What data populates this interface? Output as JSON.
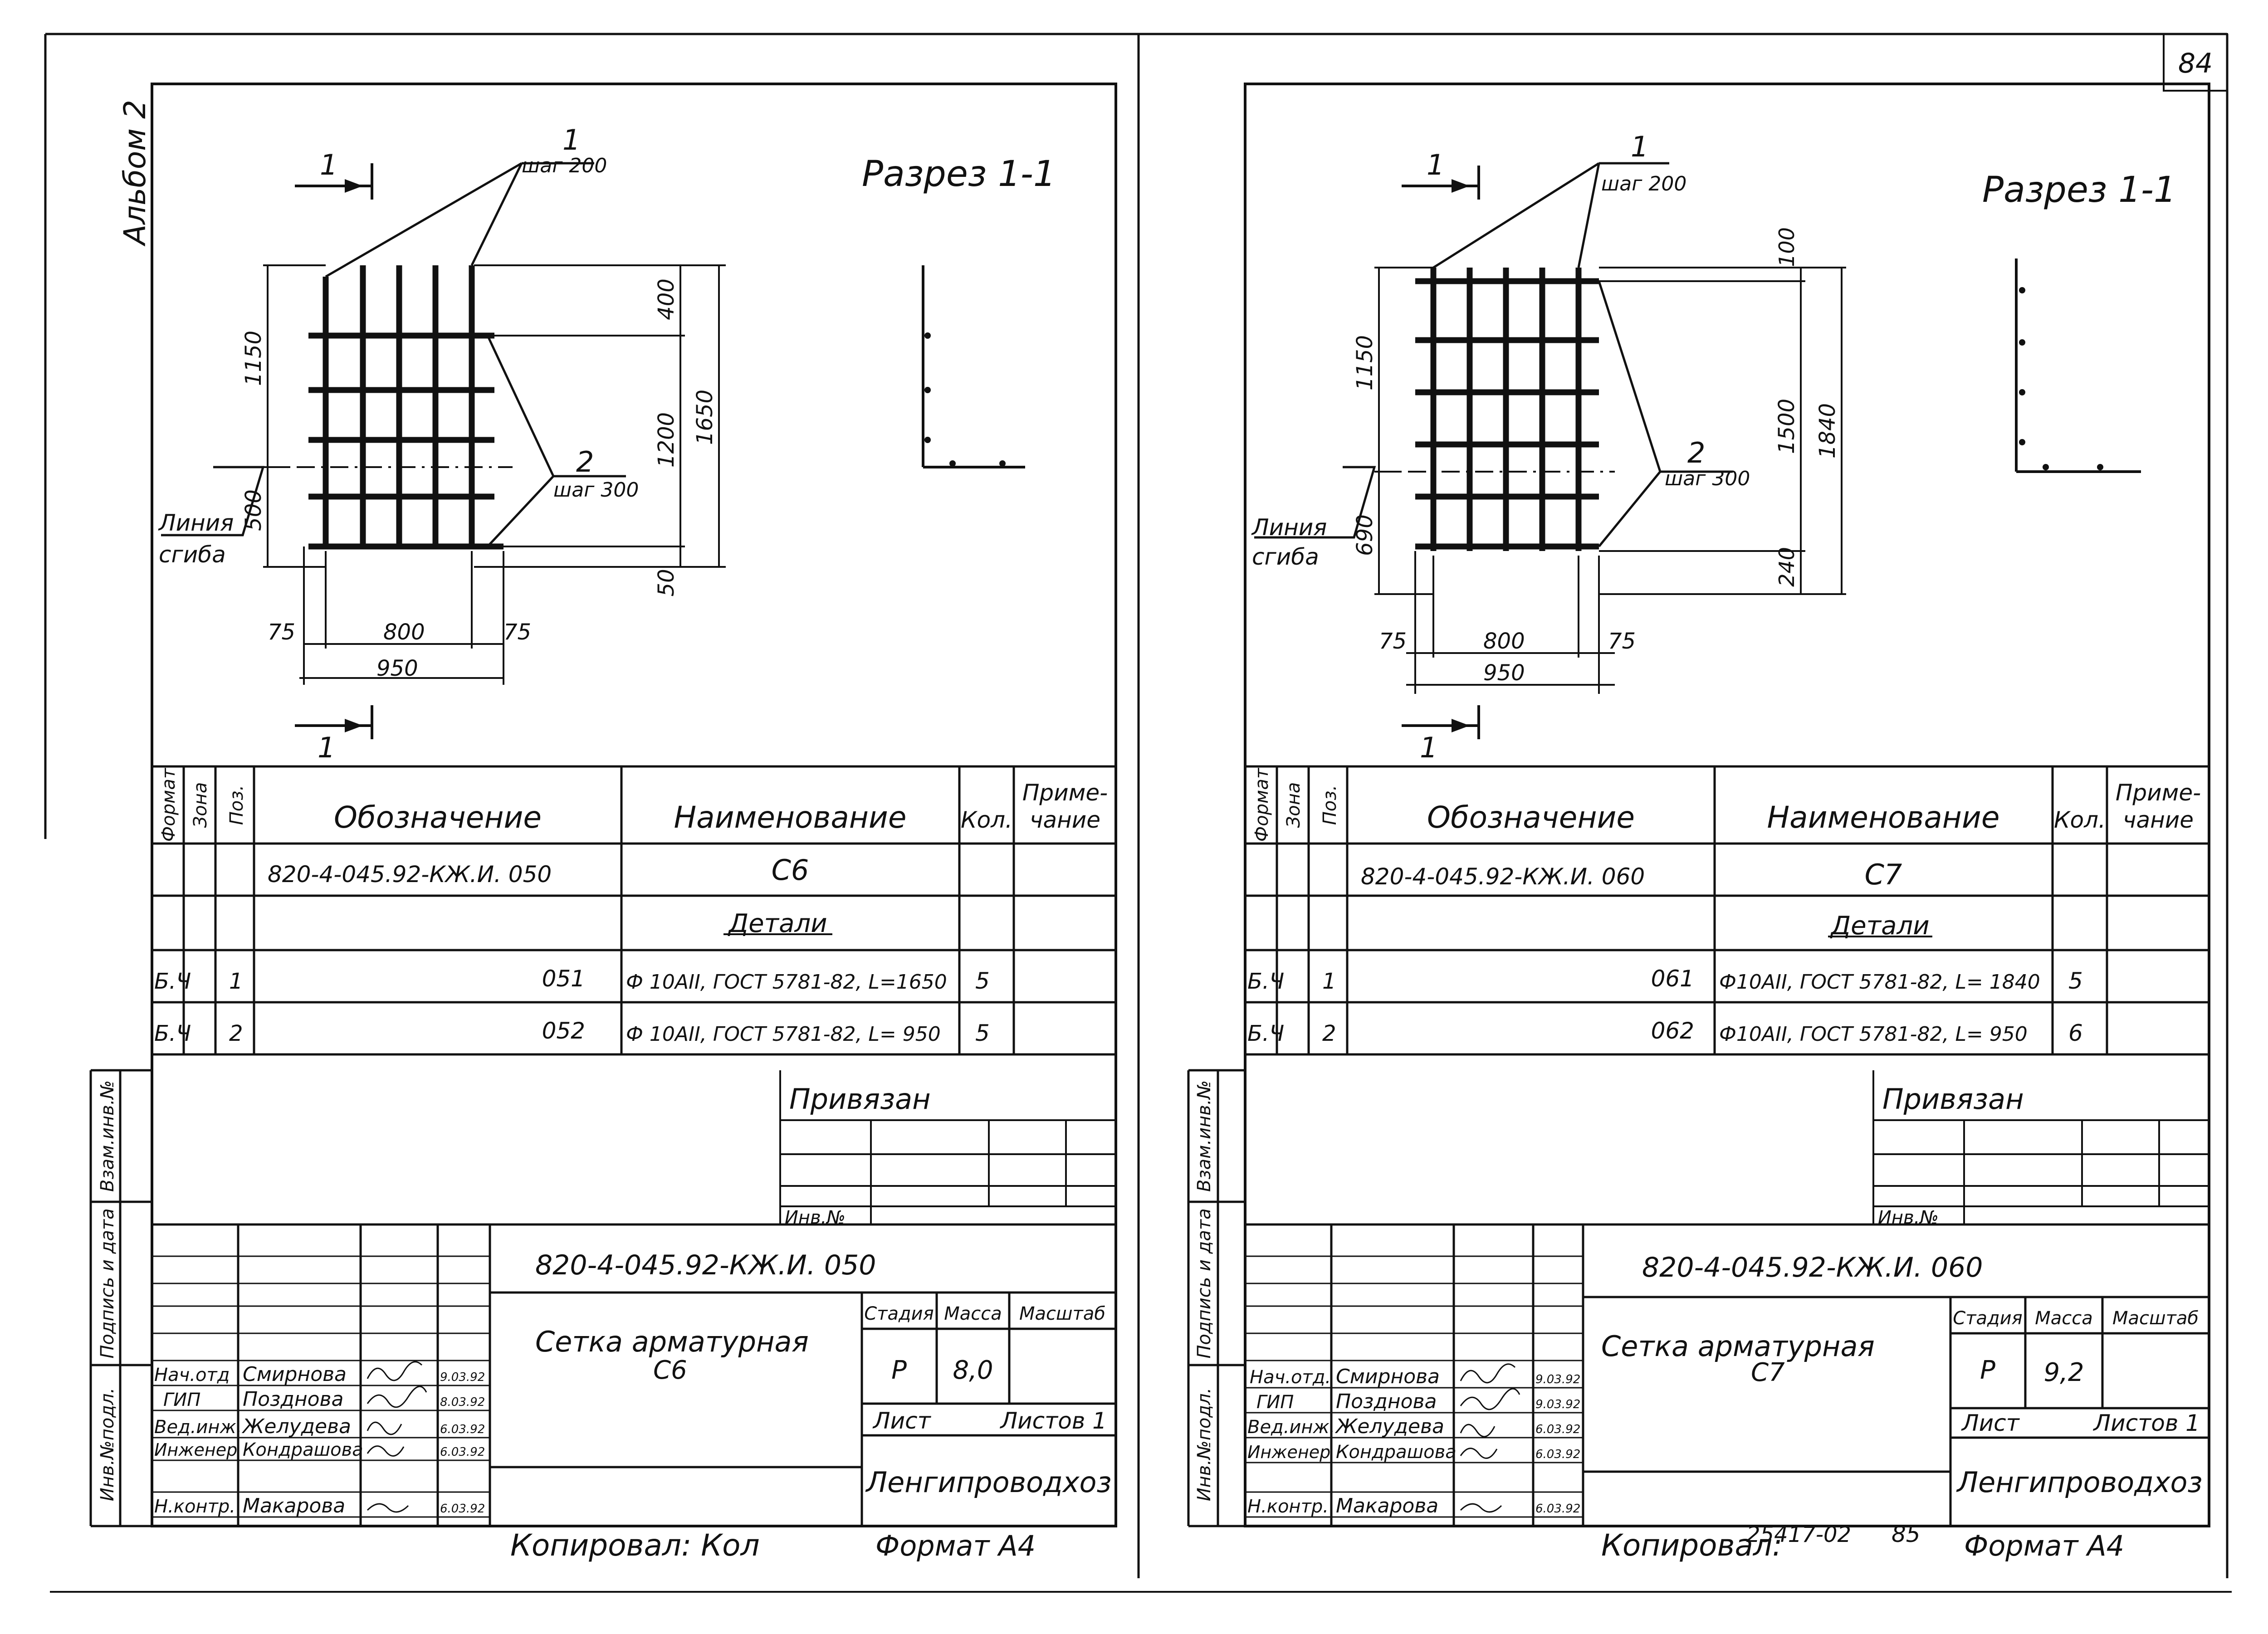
{
  "page_number": "84",
  "album_label": "Альбом 2",
  "copy_labels": {
    "left": "Копировал: Кол",
    "right": "Копировал:",
    "right_number": "25417-02",
    "right_page": "85"
  },
  "format_label": "Формат А4",
  "sheets": [
    {
      "side": "left",
      "section_title": "Разрез 1-1",
      "cut_mark": "1",
      "callout_1": {
        "num": "1",
        "step": "шаг 200"
      },
      "callout_2": {
        "num": "2",
        "step": "шаг 300"
      },
      "fold_line": [
        "Линия",
        "сгиба"
      ],
      "dims": {
        "left_top": "1150",
        "left_bottom": "500",
        "right_top": "400",
        "right_mid": "1200",
        "right_total": "1650",
        "right_bottom": "50",
        "bottom_75_left": "75",
        "bottom_800": "800",
        "bottom_75_right": "75",
        "bottom_950": "950"
      },
      "spec": {
        "headers": [
          "Формат",
          "Зона",
          "Поз.",
          "Обозначение",
          "Наименование",
          "Кол.",
          "Приме-",
          "чание"
        ],
        "rows": [
          {
            "format": "",
            "zone": "",
            "pos": "",
            "designation": "820-4-045.92-КЖ.И. 050",
            "name": "С6",
            "qty": ""
          },
          {
            "format": "",
            "zone": "",
            "pos": "",
            "designation": "",
            "name": "Детали",
            "qty": ""
          },
          {
            "format": "Б.Ч",
            "zone": "",
            "pos": "1",
            "designation": "051",
            "name": "Ф 10АII, ГОСТ 5781-82, L=1650",
            "qty": "5"
          },
          {
            "format": "Б.Ч",
            "zone": "",
            "pos": "2",
            "designation": "052",
            "name": "Ф 10АII, ГОСТ 5781-82, L= 950",
            "qty": "5"
          }
        ]
      },
      "side_labels": [
        "Взам.инв.№",
        "Подпись и дата",
        "Инв.№подл."
      ],
      "privyazan": "Привязан",
      "inv_no": "Инв.№",
      "doc_code": "820-4-045.92-КЖ.И. 050",
      "title": [
        "Сетка арматурная",
        "С6"
      ],
      "stage_headers": [
        "Стадия",
        "Масса",
        "Масштаб"
      ],
      "stage": "Р",
      "mass": "8,0",
      "sheet_label": "Лист",
      "sheets_label": "Листов 1",
      "org": "Ленгипроводхоз",
      "signers": [
        {
          "role": "Нач.отд",
          "name": "Смирнова",
          "date": "9.03.92"
        },
        {
          "role": "ГИП",
          "name": "Позднова",
          "date": "8.03.92"
        },
        {
          "role": "Вед.инж.",
          "name": "Желудева",
          "date": "6.03.92"
        },
        {
          "role": "Инженер",
          "name": "Кондрашова",
          "date": "6.03.92"
        },
        {
          "role": "Н.контр.",
          "name": "Макарова",
          "date": "6.03.92"
        }
      ]
    },
    {
      "side": "right",
      "section_title": "Разрез 1-1",
      "cut_mark": "1",
      "callout_1": {
        "num": "1",
        "step": "шаг 200"
      },
      "callout_2": {
        "num": "2",
        "step": "шаг 300"
      },
      "fold_line": [
        "Линия",
        "сгиба"
      ],
      "dims": {
        "left_top": "1150",
        "left_bottom": "690",
        "right_top": "100",
        "right_mid": "1500",
        "right_total": "1840",
        "right_bottom": "240",
        "bottom_75_left": "75",
        "bottom_800": "800",
        "bottom_75_right": "75",
        "bottom_950": "950"
      },
      "spec": {
        "headers": [
          "Формат",
          "Зона",
          "Поз.",
          "Обозначение",
          "Наименование",
          "Кол.",
          "Приме-",
          "чание"
        ],
        "rows": [
          {
            "format": "",
            "zone": "",
            "pos": "",
            "designation": "820-4-045.92-КЖ.И. 060",
            "name": "С7",
            "qty": ""
          },
          {
            "format": "",
            "zone": "",
            "pos": "",
            "designation": "",
            "name": "Детали",
            "qty": ""
          },
          {
            "format": "Б.Ч",
            "zone": "",
            "pos": "1",
            "designation": "061",
            "name": "Ф10АII, ГОСТ 5781-82, L= 1840",
            "qty": "5"
          },
          {
            "format": "Б.Ч",
            "zone": "",
            "pos": "2",
            "designation": "062",
            "name": "Ф10АII, ГОСТ 5781-82, L= 950",
            "qty": "6"
          }
        ]
      },
      "side_labels": [
        "Взам.инв.№",
        "Подпись и дата",
        "Инв.№подл."
      ],
      "privyazan": "Привязан",
      "inv_no": "Инв.№",
      "doc_code": "820-4-045.92-КЖ.И. 060",
      "title": [
        "Сетка арматурная",
        "С7"
      ],
      "stage_headers": [
        "Стадия",
        "Масса",
        "Масштаб"
      ],
      "stage": "Р",
      "mass": "9,2",
      "sheet_label": "Лист",
      "sheets_label": "Листов 1",
      "org": "Ленгипроводхоз",
      "signers": [
        {
          "role": "Нач.отд.",
          "name": "Смирнова",
          "date": "9.03.92"
        },
        {
          "role": "ГИП",
          "name": "Позднова",
          "date": "9.03.92"
        },
        {
          "role": "Вед.инж.",
          "name": "Желудева",
          "date": "6.03.92"
        },
        {
          "role": "Инженер",
          "name": "Кондрашова",
          "date": "6.03.92"
        },
        {
          "role": "Н.контр.",
          "name": "Макарова",
          "date": "6.03.92"
        }
      ]
    }
  ]
}
